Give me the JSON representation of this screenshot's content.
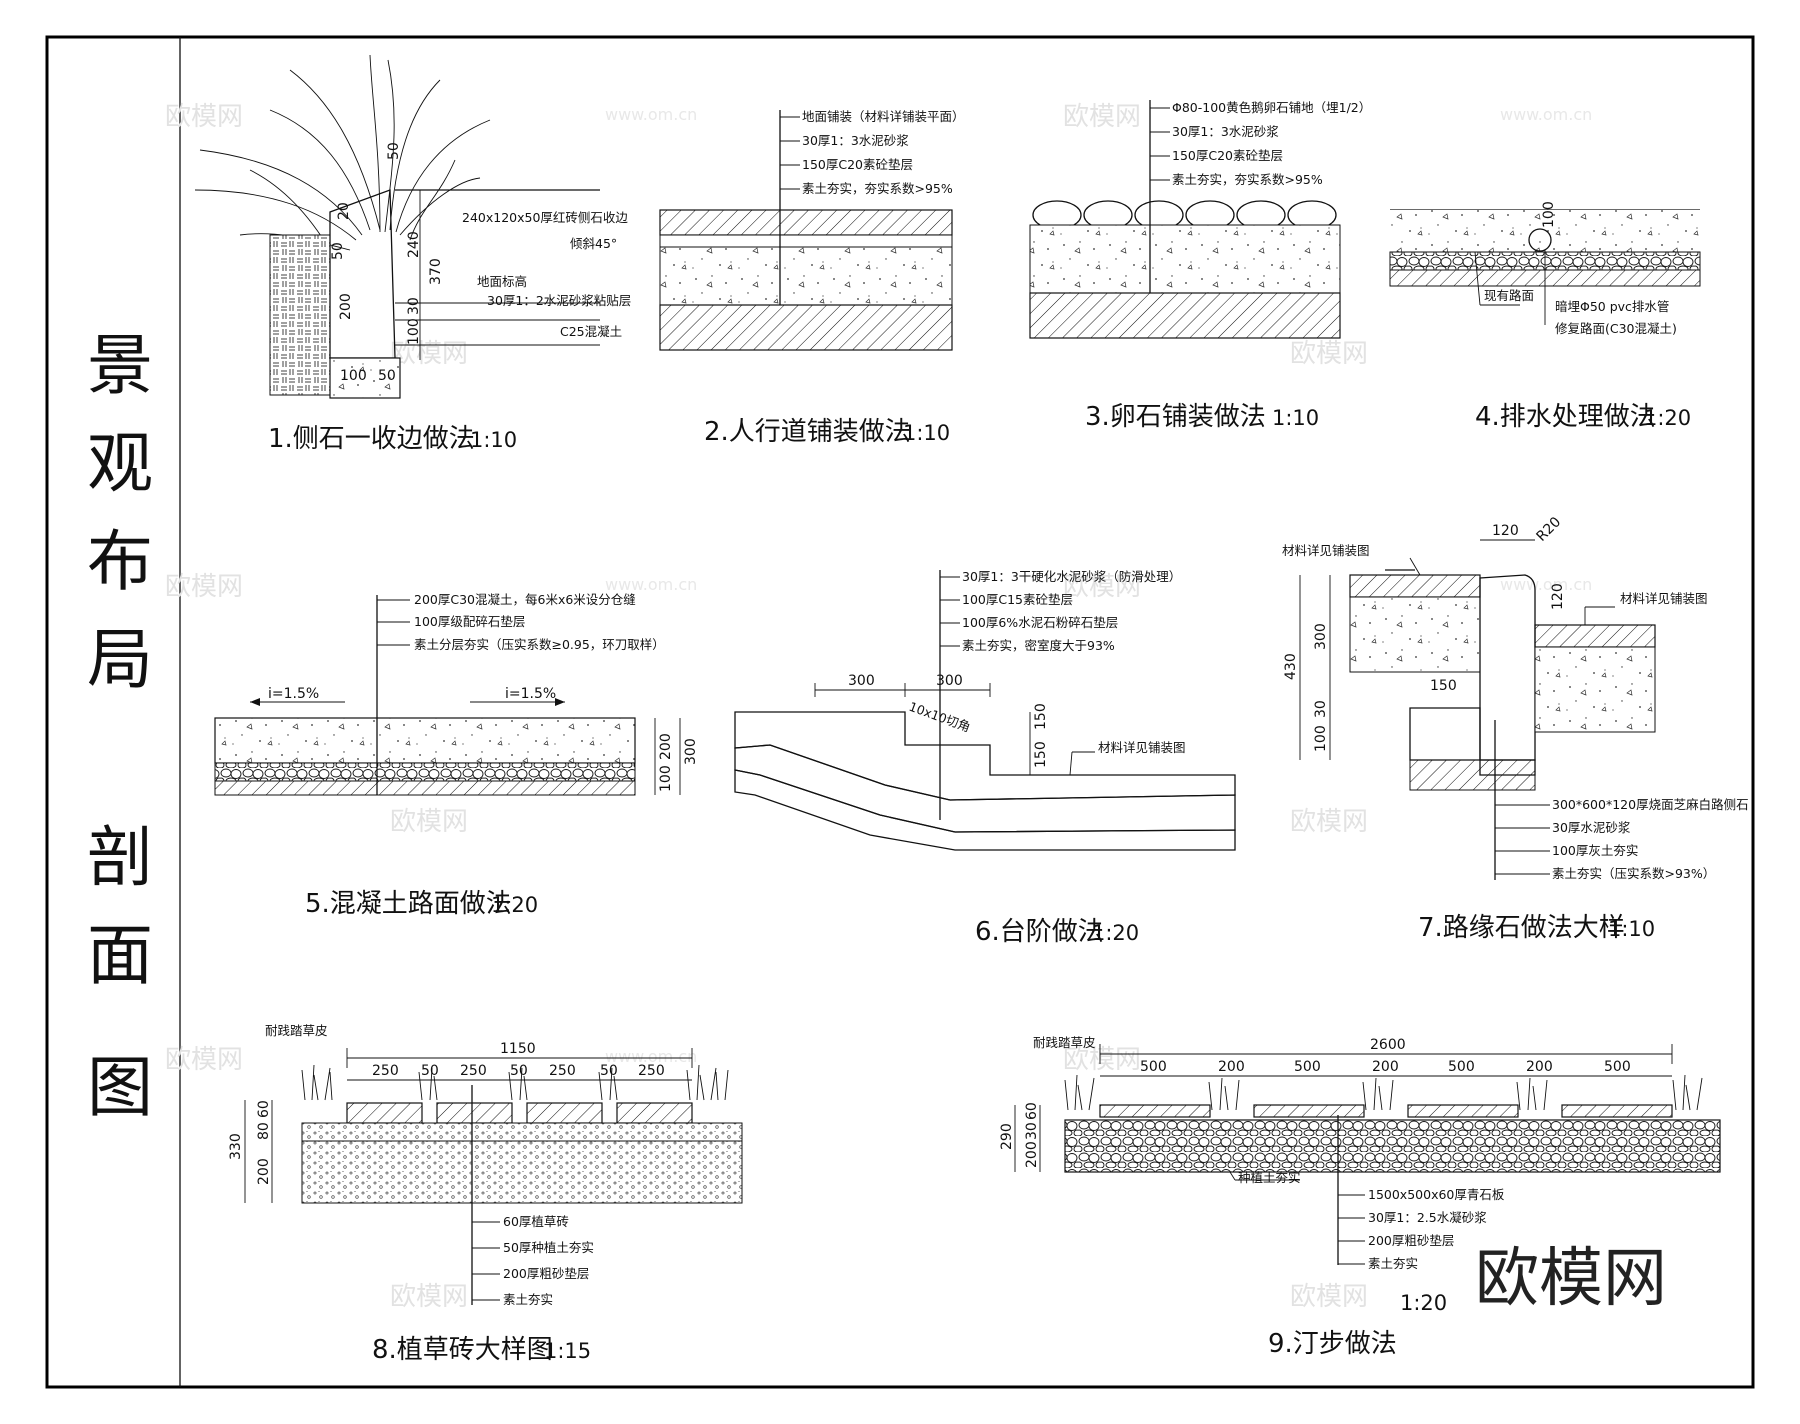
{
  "main_title": [
    "景",
    "观",
    "布",
    "局",
    "剖",
    "面",
    "图"
  ],
  "watermark_text": "欧模网",
  "watermark_url": "www.om.cn",
  "logo_text": "欧模网",
  "details": {
    "d1": {
      "caption": "1.侧石一收边做法",
      "scale": "1:10",
      "labels": [
        "240x120x50厚红砖侧石收边",
        "倾斜45°",
        "地面标高",
        "30厚1：2水泥砂浆粘贴层",
        "C25混凝土"
      ],
      "dims": [
        "50",
        "20",
        "50",
        "240",
        "370",
        "30",
        "200",
        "100",
        "100",
        "50"
      ]
    },
    "d2": {
      "caption": "2.人行道铺装做法",
      "scale": "1:10",
      "labels": [
        "地面铺装（材料详铺装平面）",
        "30厚1：3水泥砂浆",
        "150厚C20素砼垫层",
        "素土夯实，夯实系数>95%"
      ]
    },
    "d3": {
      "caption": "3.卵石铺装做法",
      "scale": "1:10",
      "labels": [
        "Φ80-100黄色鹅卵石铺地（埋1/2）",
        "30厚1：3水泥砂浆",
        "150厚C20素砼垫层",
        "素土夯实，夯实系数>95%"
      ]
    },
    "d4": {
      "caption": "4.排水处理做法",
      "scale": "1:20",
      "labels": [
        "现有路面",
        "暗埋Φ50 pvc排水管",
        "修复路面(C30混凝土)"
      ],
      "dims": [
        "100"
      ]
    },
    "d5": {
      "caption": "5.混凝土路面做法",
      "scale": "1:20",
      "labels": [
        "200厚C30混凝土，每6米x6米设分仓缝",
        "100厚级配碎石垫层",
        "素土分层夯实（压实系数≥0.95，环刀取样）"
      ],
      "slopes": [
        "i=1.5%",
        "i=1.5%"
      ],
      "dims": [
        "200",
        "300",
        "100"
      ]
    },
    "d6": {
      "caption": "6.台阶做法",
      "scale": "1:20",
      "labels": [
        "30厚1：3干硬化水泥砂浆（防滑处理）",
        "100厚C15素砼垫层",
        "100厚6%水泥石粉碎石垫层",
        "素土夯实，密室度大于93%",
        "10x10切角",
        "材料详见铺装图"
      ],
      "dims": [
        "300",
        "300",
        "150",
        "150"
      ]
    },
    "d7": {
      "caption": "7.路缘石做法大样",
      "scale": "1:10",
      "labels": [
        "材料详见铺装图",
        "材料详见铺装图",
        "300*600*120厚烧面芝麻白路侧石",
        "30厚水泥砂浆",
        "100厚灰土夯实",
        "素土夯实（压实系数>93%）"
      ],
      "dims": [
        "120",
        "R20",
        "120",
        "300",
        "430",
        "30",
        "100",
        "150"
      ]
    },
    "d8": {
      "caption": "8.植草砖大样图",
      "scale": "1:15",
      "labels": [
        "耐践踏草皮",
        "60厚植草砖",
        "50厚种植土夯实",
        "200厚粗砂垫层",
        "素土夯实"
      ],
      "dims": [
        "1150",
        "250",
        "50",
        "250",
        "50",
        "250",
        "50",
        "250",
        "60",
        "80",
        "330",
        "200"
      ]
    },
    "d9": {
      "caption": "9.汀步做法",
      "scale": "1:20",
      "labels": [
        "耐践踏草皮",
        "种植土夯实",
        "1500x500x60厚青石板",
        "30厚1：2.5水凝砂浆",
        "200厚粗砂垫层",
        "素土夯实"
      ],
      "dims": [
        "2600",
        "500",
        "200",
        "500",
        "200",
        "500",
        "200",
        "500",
        "290",
        "200",
        "30",
        "60"
      ]
    }
  }
}
